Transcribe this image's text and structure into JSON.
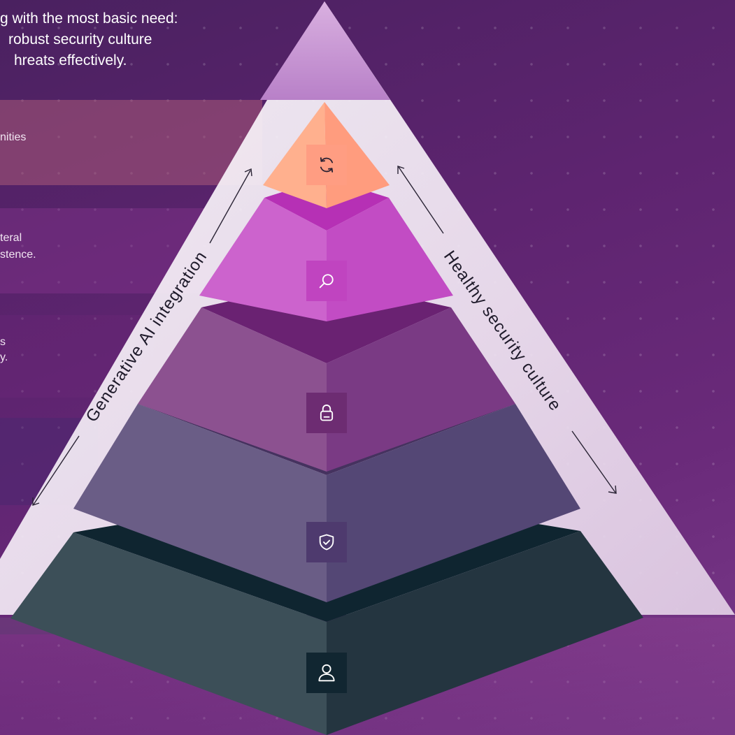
{
  "intro": {
    "line1": "g with the most basic need:",
    "line2": "robust security culture",
    "line3": "hreats effectively."
  },
  "panels": [
    {
      "name": "panel-1",
      "line1": "nities",
      "line2": ""
    },
    {
      "name": "panel-2",
      "line1": "teral",
      "line2": "stence."
    },
    {
      "name": "panel-3",
      "line1": "s",
      "line2": "y."
    },
    {
      "name": "panel-4",
      "line1": "",
      "line2": ""
    },
    {
      "name": "panel-5",
      "line1": "",
      "line2": ""
    }
  ],
  "labels": {
    "left": "Generative AI integration",
    "right": "Healthy security culture"
  },
  "pyramid": {
    "tiers": [
      {
        "name": "tier-refresh",
        "icon": "refresh-icon",
        "color": "#ffa07a"
      },
      {
        "name": "tier-search",
        "icon": "search-icon",
        "color": "#cc55cc"
      },
      {
        "name": "tier-lock",
        "icon": "lock-icon",
        "color": "#8a4a8e"
      },
      {
        "name": "tier-shield",
        "icon": "shield-check-icon",
        "color": "#655883"
      },
      {
        "name": "tier-user",
        "icon": "user-icon",
        "color": "#2e434f"
      }
    ]
  }
}
